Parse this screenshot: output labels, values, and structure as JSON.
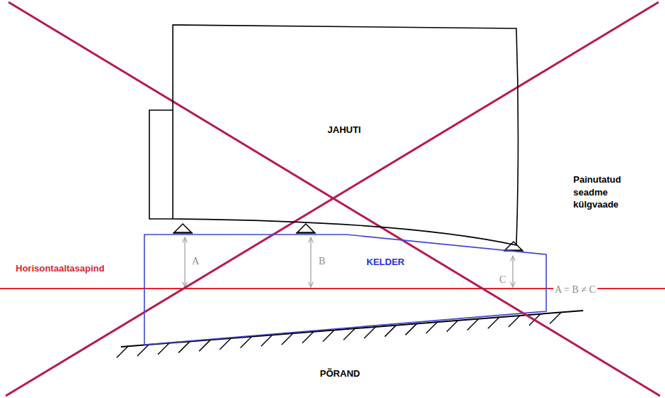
{
  "diagram": {
    "nodes": [
      {
        "text": [
          "JAHUTI"
        ]
      },
      {
        "text": [
          "KELDER"
        ]
      }
    ],
    "labels": [
      "Painutatud seadme külgvaade",
      "Horisontaaltasapind",
      "A",
      "B",
      "C",
      "A = B ≠ C",
      "PÕRAND"
    ]
  }
}
